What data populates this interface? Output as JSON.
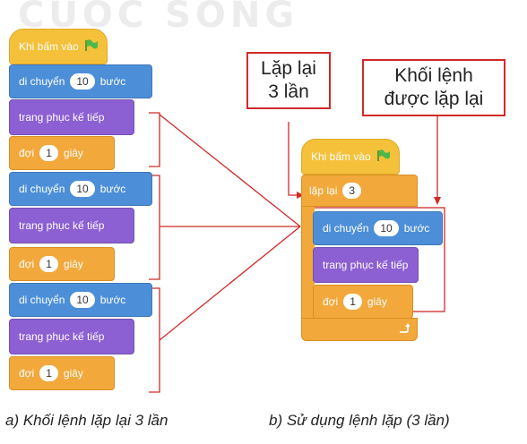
{
  "watermark": "CUỘC SỐNG",
  "left_stack": {
    "hat_label": "Khi bấm vào",
    "groups": [
      {
        "move_label": "di chuyển",
        "move_value": "10",
        "move_unit": "bước",
        "costume_label": "trang phục kế tiếp",
        "wait_label": "đợi",
        "wait_value": "1",
        "wait_unit": "giây"
      },
      {
        "move_label": "di chuyển",
        "move_value": "10",
        "move_unit": "bước",
        "costume_label": "trang phục kế tiếp",
        "wait_label": "đợi",
        "wait_value": "1",
        "wait_unit": "giây"
      },
      {
        "move_label": "di chuyển",
        "move_value": "10",
        "move_unit": "bước",
        "costume_label": "trang phục kế tiếp",
        "wait_label": "đợi",
        "wait_value": "1",
        "wait_unit": "giây"
      }
    ]
  },
  "right_stack": {
    "hat_label": "Khi bấm vào",
    "repeat_label": "lặp lại",
    "repeat_value": "3",
    "move_label": "di chuyển",
    "move_value": "10",
    "move_unit": "bước",
    "costume_label": "trang phục kế tiếp",
    "wait_label": "đợi",
    "wait_value": "1",
    "wait_unit": "giây",
    "loop_icon": "loop-arrow-icon"
  },
  "callouts": {
    "repeat_callout": [
      "Lặp lại",
      "3 lần"
    ],
    "repeated_block_callout": [
      "Khối lệnh",
      "được lặp lại"
    ]
  },
  "captions": {
    "left": "a) Khối lệnh lặp lại 3 lần",
    "right": "b) Sử dụng lệnh lặp (3 lần)"
  },
  "colors": {
    "motion": "#4c8fd8",
    "looks": "#8c5fd3",
    "control": "#f2a83a",
    "event": "#f5c13a",
    "highlight": "#cf2a2a",
    "flag": "#4cb84c"
  },
  "icons": {
    "flag": "green-flag-icon"
  }
}
